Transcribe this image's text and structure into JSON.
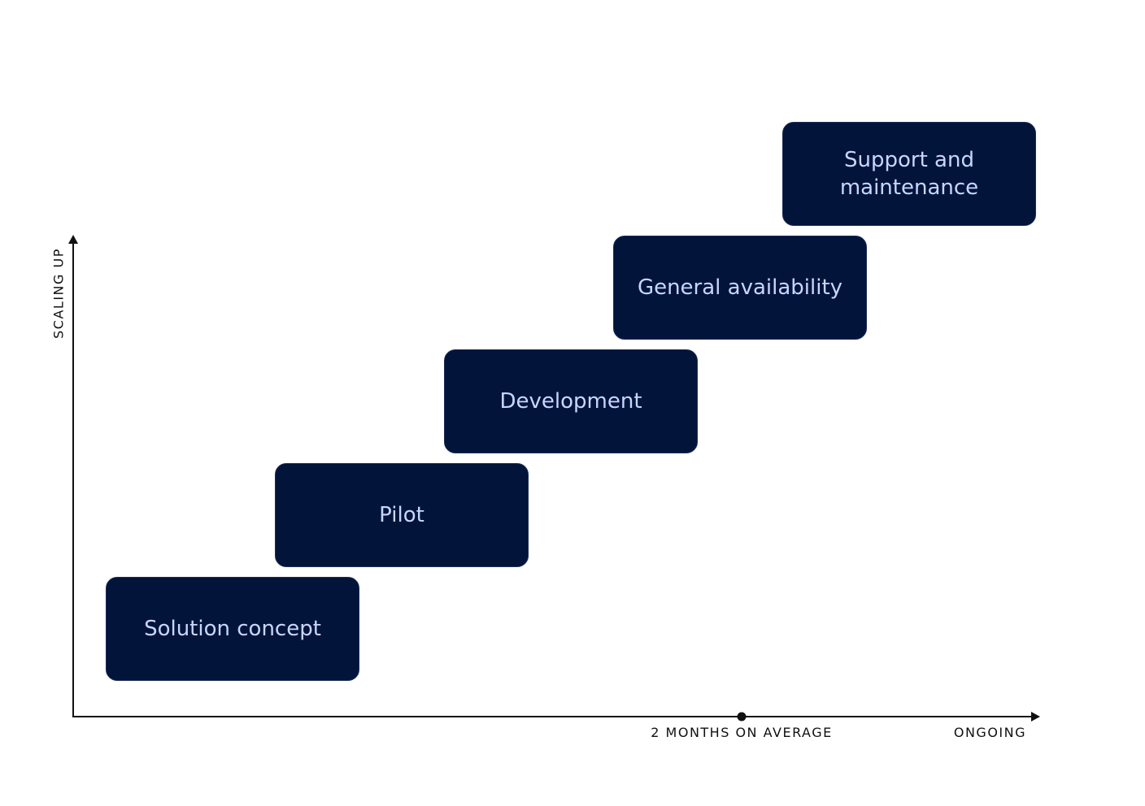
{
  "colors": {
    "stage_background": "#03143a",
    "stage_text": "#c8d6ff",
    "axis": "#111111"
  },
  "axes": {
    "y_label": "SCALING UP",
    "x_marker_label": "2 MONTHS ON AVERAGE",
    "x_end_label": "ONGOING"
  },
  "stages": [
    {
      "label": "Solution concept"
    },
    {
      "label": "Pilot"
    },
    {
      "label": "Development"
    },
    {
      "label": "General availability"
    },
    {
      "label": "Support and maintenance"
    }
  ]
}
